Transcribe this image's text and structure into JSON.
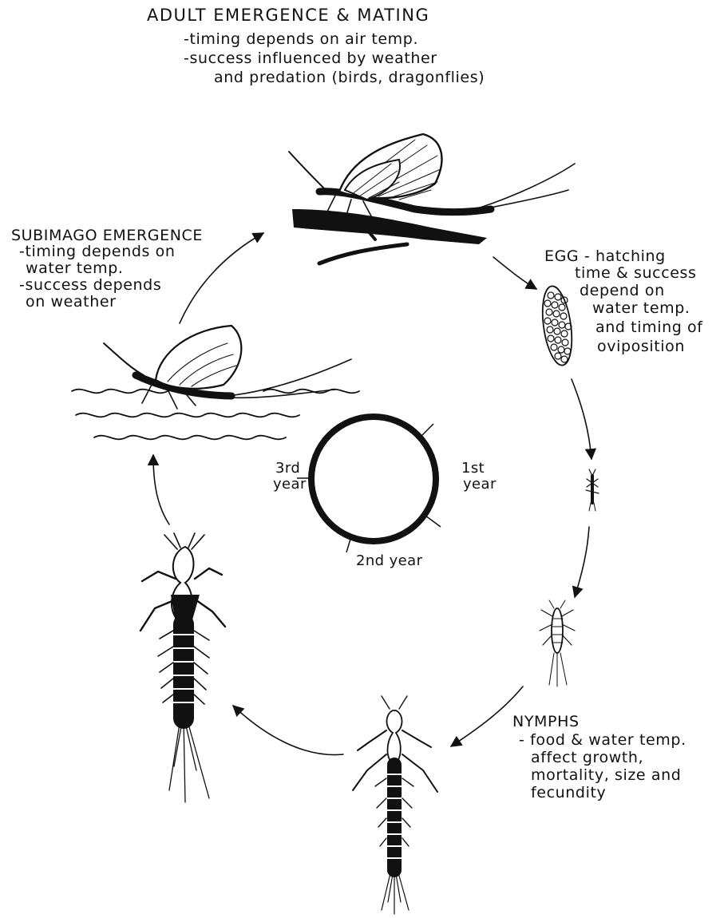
{
  "adult": {
    "title": "ADULT EMERGENCE & MATING",
    "line1": "-timing depends on air temp.",
    "line2": "-success influenced by weather",
    "line3": "and predation (birds, dragonflies)"
  },
  "subimago": {
    "title": "SUBIMAGO EMERGENCE",
    "line1": "-timing depends on",
    "line2": "water temp.",
    "line3": "-success depends",
    "line4": "on weather"
  },
  "egg": {
    "line1": "EGG - hatching",
    "line2": "time & success",
    "line3": "depend on",
    "line4": "water temp.",
    "line5": "and timing of",
    "line6": "oviposition"
  },
  "nymphs": {
    "title": "NYMPHS",
    "line1": "- food & water temp.",
    "line2": "affect growth,",
    "line3": "mortality, size and",
    "line4": "fecundity"
  },
  "years": {
    "first_a": "1st",
    "first_b": "year",
    "second": "2nd year",
    "third_a": "3rd",
    "third_b": "year"
  },
  "colors": {
    "ink": "#111111",
    "paper": "#ffffff"
  }
}
